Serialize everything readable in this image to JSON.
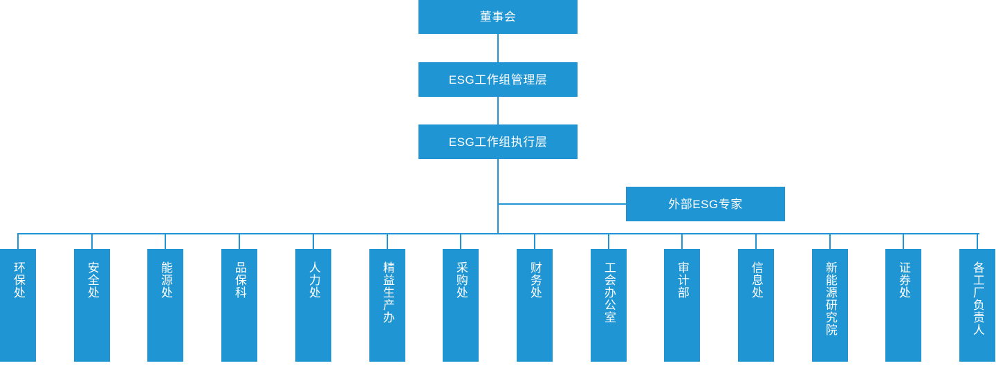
{
  "theme": {
    "box_fill": "#1F95D4",
    "line_color": "#1F95D4",
    "text_color": "#FFFFFF",
    "background": "#FFFFFF"
  },
  "hierarchy": {
    "board": {
      "label": "董事会"
    },
    "management": {
      "label": "ESG工作组管理层"
    },
    "execution": {
      "label": "ESG工作组执行层"
    },
    "external": {
      "label": "外部ESG专家"
    }
  },
  "departments": [
    {
      "label": "环保处"
    },
    {
      "label": "安全处"
    },
    {
      "label": "能源处"
    },
    {
      "label": "品保科"
    },
    {
      "label": "人力处"
    },
    {
      "label": "精益生产办"
    },
    {
      "label": "采购处"
    },
    {
      "label": "财务处"
    },
    {
      "label": "工会办公室"
    },
    {
      "label": "审计部"
    },
    {
      "label": "信息处"
    },
    {
      "label": "新能源研究院"
    },
    {
      "label": "证券处"
    },
    {
      "label": "各工厂负责人"
    }
  ]
}
